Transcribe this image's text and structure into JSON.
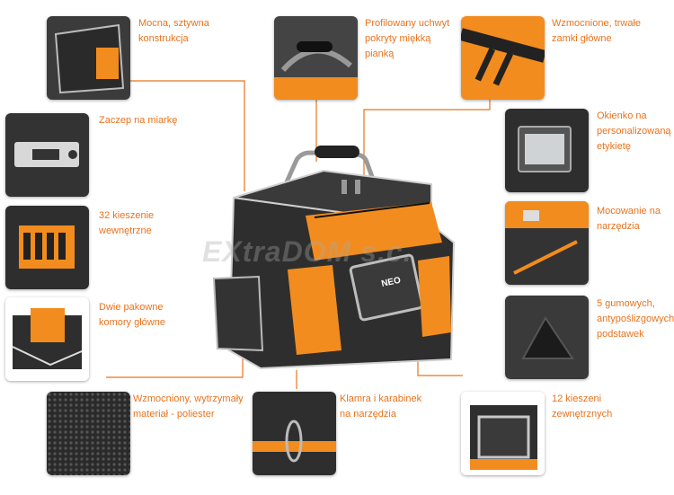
{
  "features": [
    {
      "id": "rigid",
      "label": "Mocna, sztywna\nkonstrukcja",
      "icon": "bag-corner-photo"
    },
    {
      "id": "handle",
      "label": "Profilowany uchwyt\npokryty miękką\npianką",
      "icon": "foam-handle-photo"
    },
    {
      "id": "zippers",
      "label": "Wzmocnione, trwałe\nzamki główne",
      "icon": "zipper-pulls-photo"
    },
    {
      "id": "tape-clip",
      "label": "Zaczep na miarkę",
      "icon": "tape-clip-photo"
    },
    {
      "id": "label-window",
      "label": "Okienko na\npersonalizowaną\netykietę",
      "icon": "label-window-photo"
    },
    {
      "id": "inner-pockets",
      "label": "32 kieszenie\nwewnętrzne",
      "icon": "inner-pockets-photo"
    },
    {
      "id": "tool-mount",
      "label": "Mocowanie na\nnarzędzia",
      "icon": "tool-mount-photo"
    },
    {
      "id": "compartments",
      "label": "Dwie pakowne\nkomory główne",
      "icon": "open-compartments-photo"
    },
    {
      "id": "feet",
      "label": "5 gumowych,\nantypoślizgowych\npodstawek",
      "icon": "rubber-foot-photo"
    },
    {
      "id": "polyester",
      "label": "Wzmocniony, wytrzymały\nmateriał - poliester",
      "icon": "polyester-fabric-photo"
    },
    {
      "id": "carabiner",
      "label": "Klamra i karabinek\nna narzędzia",
      "icon": "carabiner-photo"
    },
    {
      "id": "outer-pockets",
      "label": "12 kieszeni\nzewnętrznych",
      "icon": "outer-pockets-photo"
    }
  ],
  "brand": "NEO",
  "watermark": "EXtraDOM s.c.",
  "colors": {
    "accent": "#e8731e",
    "bag_dark": "#2b2b2b",
    "bag_orange": "#f28c1e",
    "trim": "#c8c8c8"
  }
}
